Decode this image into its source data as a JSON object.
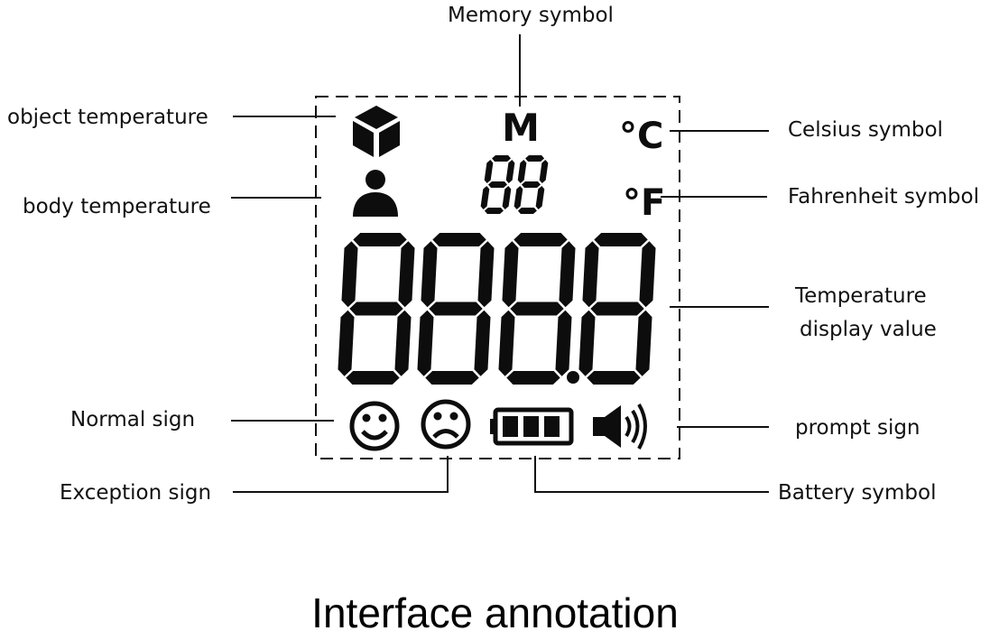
{
  "labels": {
    "memory": "Memory symbol",
    "object_temp": "object temperature",
    "body_temp": "body temperature",
    "celsius": "Celsius symbol",
    "fahrenheit": "Fahrenheit symbol",
    "temp_value_line1": "Temperature",
    "temp_value_line2": "display value",
    "normal": "Normal sign",
    "exception": "Exception sign",
    "prompt": "prompt sign",
    "battery": "Battery symbol"
  },
  "display": {
    "memory_letter": "M",
    "celsius_glyph": "°C",
    "fahrenheit_glyph": "°F",
    "memory_digits": "88",
    "main_digits": "888.8"
  },
  "icons": {
    "object": "cube-icon",
    "body": "person-icon",
    "normal": "smiley-face-icon",
    "exception": "frowning-face-icon",
    "battery": "battery-icon",
    "prompt": "speaker-icon"
  },
  "caption": "Interface annotation",
  "colors": {
    "ink": "#111111",
    "background": "#ffffff"
  }
}
